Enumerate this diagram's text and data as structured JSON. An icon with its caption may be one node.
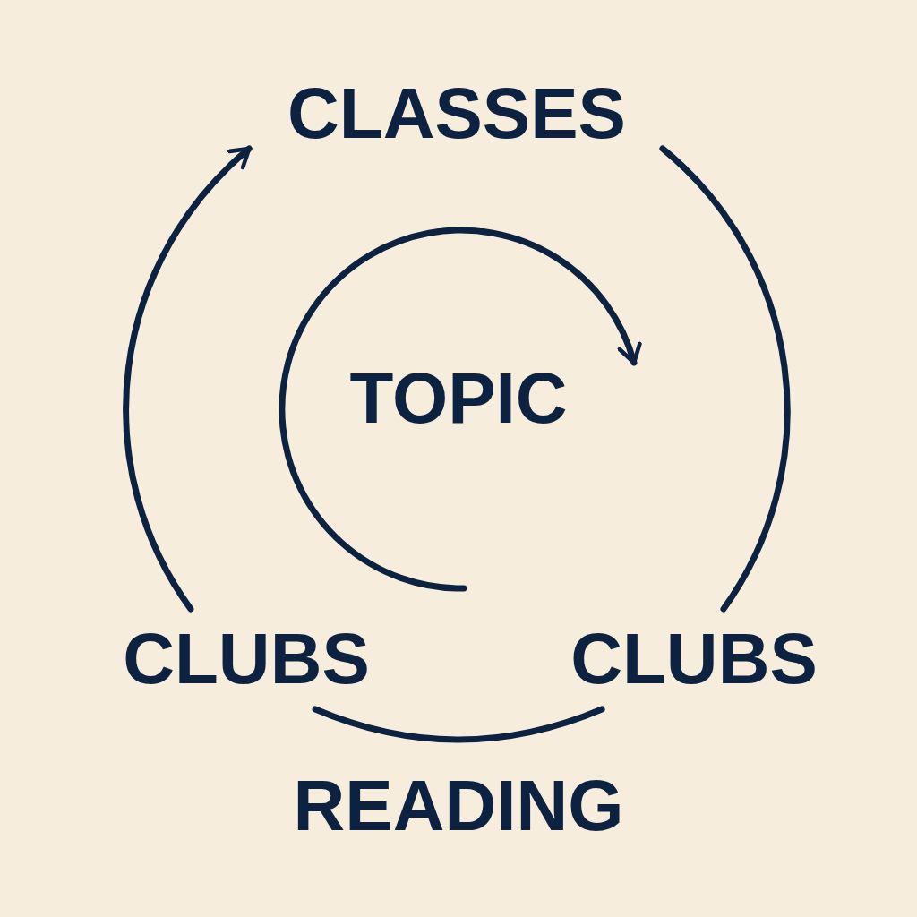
{
  "diagram": {
    "nodes": [
      {
        "text": [
          "CLASSES"
        ]
      },
      {
        "text": [
          "CLUBS"
        ]
      },
      {
        "text": [
          "CLUBS"
        ]
      }
    ],
    "edges": [
      {
        "from": 1,
        "to": 0,
        "arrow": "to"
      },
      {
        "from": 0,
        "to": 2,
        "arrow": "none"
      },
      {
        "from": 1,
        "to": 2,
        "arrow": "none"
      }
    ],
    "labels": [
      "TOPIC",
      "READING"
    ]
  }
}
